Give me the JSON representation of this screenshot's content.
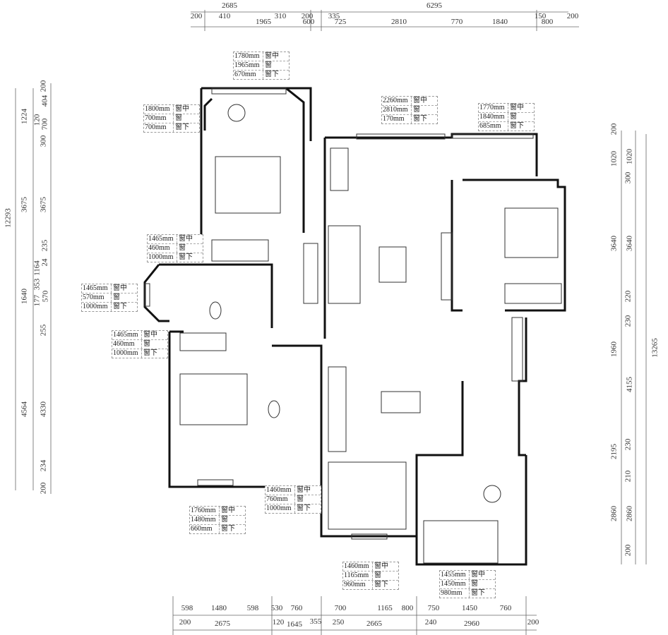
{
  "title": "Apartment floor plan",
  "dims": {
    "top_outer": [
      "2685",
      "6295"
    ],
    "top_mid": [
      "200",
      "410",
      "310",
      "200",
      "335",
      "150",
      "200"
    ],
    "top_inner": [
      "1965",
      "600",
      "725",
      "2810",
      "770",
      "1840",
      "800"
    ],
    "left_outer": [
      "12293"
    ],
    "left_mid": [
      "1224",
      "3675",
      "1640",
      "4564"
    ],
    "left_inner": [
      "200",
      "404",
      "120",
      "700",
      "300",
      "3675",
      "235",
      "1164",
      "24",
      "353",
      "177",
      "570",
      "255",
      "4330",
      "234",
      "200"
    ],
    "right_outer": [
      "13265"
    ],
    "right_mid": [
      "200",
      "1020",
      "3640",
      "1960",
      "2195",
      "2860"
    ],
    "right_inner": [
      "1020",
      "300",
      "3640",
      "220",
      "230",
      "4155",
      "230",
      "210",
      "2860",
      "200"
    ],
    "bottom_row1": [
      "598",
      "1480",
      "598",
      "530",
      "760",
      "700",
      "1165",
      "800",
      "750",
      "1450",
      "760"
    ],
    "bottom_row2": [
      "200",
      "2675",
      "120",
      "1645",
      "355",
      "250",
      "2665",
      "240",
      "2960",
      "200"
    ]
  },
  "window_tags": [
    {
      "rows": [
        [
          "1780mm",
          "窗中"
        ],
        [
          "1965mm",
          "窗"
        ],
        [
          "670mm",
          "窗下"
        ]
      ]
    },
    {
      "rows": [
        [
          "1800mm",
          "窗中"
        ],
        [
          "700mm",
          "窗"
        ],
        [
          "700mm",
          "窗下"
        ]
      ]
    },
    {
      "rows": [
        [
          "2260mm",
          "窗中"
        ],
        [
          "2810mm",
          "窗"
        ],
        [
          "170mm",
          "窗下"
        ]
      ]
    },
    {
      "rows": [
        [
          "1770mm",
          "窗中"
        ],
        [
          "1840mm",
          "窗"
        ],
        [
          "685mm",
          "窗下"
        ]
      ]
    },
    {
      "rows": [
        [
          "1465mm",
          "窗中"
        ],
        [
          "460mm",
          "窗"
        ],
        [
          "1000mm",
          "窗下"
        ]
      ]
    },
    {
      "rows": [
        [
          "1465mm",
          "窗中"
        ],
        [
          "570mm",
          "窗"
        ],
        [
          "1000mm",
          "窗下"
        ]
      ]
    },
    {
      "rows": [
        [
          "1465mm",
          "窗中"
        ],
        [
          "460mm",
          "窗"
        ],
        [
          "1000mm",
          "窗下"
        ]
      ]
    },
    {
      "rows": [
        [
          "1760mm",
          "窗中"
        ],
        [
          "1480mm",
          "窗"
        ],
        [
          "660mm",
          "窗下"
        ]
      ]
    },
    {
      "rows": [
        [
          "1460mm",
          "窗中"
        ],
        [
          "760mm",
          "窗"
        ],
        [
          "1000mm",
          "窗下"
        ]
      ]
    },
    {
      "rows": [
        [
          "1460mm",
          "窗中"
        ],
        [
          "1165mm",
          "窗"
        ],
        [
          "960mm",
          "窗下"
        ]
      ]
    },
    {
      "rows": [
        [
          "1455mm",
          "窗中"
        ],
        [
          "1450mm",
          "窗"
        ],
        [
          "980mm",
          "窗下"
        ]
      ]
    }
  ],
  "colors": {
    "wall": "#111111",
    "line": "#555555"
  }
}
